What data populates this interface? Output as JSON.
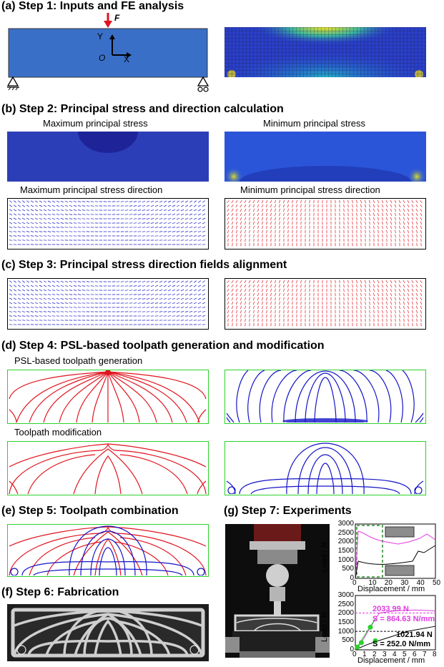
{
  "step1": {
    "heading": "(a) Step 1: Inputs and FE analysis",
    "force": "F",
    "axis_y": "Y",
    "axis_x": "X",
    "origin": "O"
  },
  "step2": {
    "heading": "(b) Step 2: Principal stress and direction calculation",
    "max_stress": "Maximum principal stress",
    "min_stress": "Minimum principal stress",
    "max_dir": "Maximum principal stress direction",
    "min_dir": "Minimum principal stress direction"
  },
  "step3": {
    "heading": "(c) Step 3: Principal stress direction fields alignment"
  },
  "step4": {
    "heading": "(d) Step 4: PSL-based toolpath generation and modification",
    "generation": "PSL-based toolpath generation",
    "modification": "Toolpath modification"
  },
  "step5": {
    "heading": "(e) Step 5: Toolpath combination"
  },
  "step6": {
    "heading": "(f) Step 6: Fabrication"
  },
  "step7": {
    "heading": "(g) Step 7: Experiments",
    "chart_top": {
      "ylabel": "Load / N",
      "xlabel": "Displacement / mm",
      "yticks": [
        "3000",
        "2500",
        "2000",
        "1500",
        "1000",
        "500",
        "0"
      ],
      "xticks": [
        "0",
        "10",
        "20",
        "30",
        "40",
        "50"
      ]
    },
    "chart_bottom": {
      "ylabel": "Load / N",
      "xlabel": "Displacement / mm",
      "yticks": [
        "3000",
        "2500",
        "2000",
        "1500",
        "1000",
        "500",
        "0"
      ],
      "xticks": [
        "0",
        "1",
        "2",
        "3",
        "4",
        "5",
        "6",
        "7",
        "8"
      ],
      "peak": "2033.99 N",
      "stiff1": "S = 864.63 N/mm",
      "load2": "1021.94 N",
      "stiff2": "S = 252.0 N/mm"
    }
  },
  "colors": {
    "red": "#e0141e",
    "blue": "#1414c8",
    "green": "#2bd12b",
    "magenta": "#e03ce0",
    "beam": "#3a6fc8"
  }
}
